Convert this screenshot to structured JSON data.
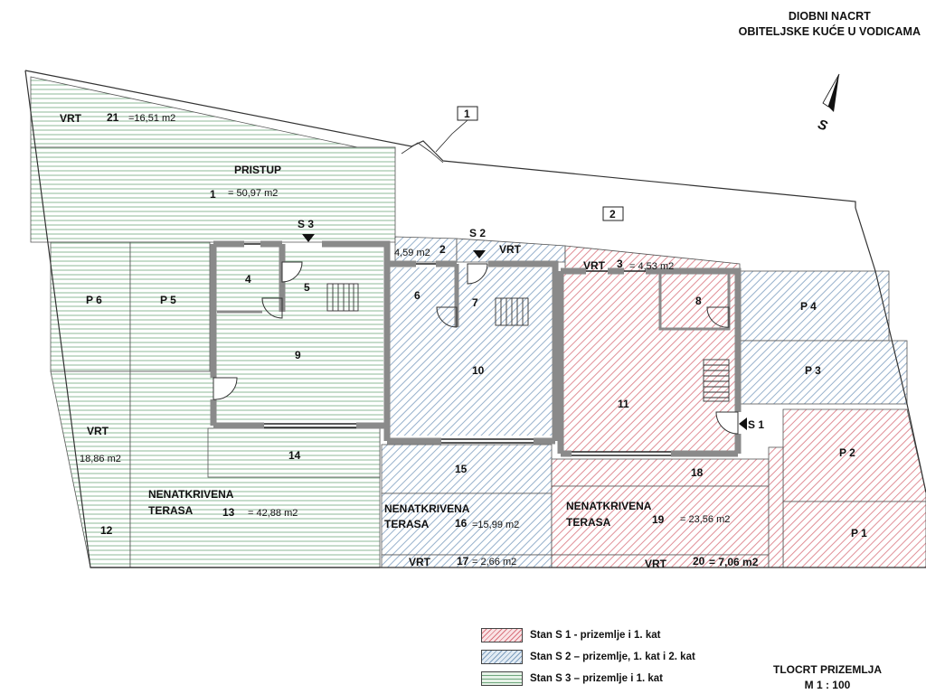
{
  "title": {
    "line1": "DIOBNI NACRT",
    "line2": "OBITELJSKE KUĆE U VODICAMA"
  },
  "north": "S",
  "drawing": {
    "line1": "TLOCRT PRIZEMLJA",
    "line2": "M 1 : 100"
  },
  "colors": {
    "s1": "#d9737d",
    "s2": "#7d9ebf",
    "s3": "#6fa77d",
    "s1_fill": "#f9e3e5",
    "s2_fill": "#e2ebf3",
    "s3_fill": "#e6f2e7",
    "wall": "#8a8a8a"
  },
  "legend": [
    {
      "key": "s1",
      "label": "Stan S 1 - prizemlje i 1. kat"
    },
    {
      "key": "s2",
      "label": "Stan S 2 – prizemlje, 1. kat i 2. kat"
    },
    {
      "key": "s3",
      "label": "Stan S 3 – prizemlje i 1. kat"
    }
  ],
  "entrances": {
    "s1": "S 1",
    "s2": "S 2",
    "s3": "S 3"
  },
  "plot_markers": [
    "1",
    "2"
  ],
  "labels": {
    "vrt": "VRT",
    "pristup": "PRISTUP",
    "nenatkrivena": "NENATKRIVENA",
    "terasa": "TERASA",
    "p1": "P 1",
    "p2": "P 2",
    "p3": "P 3",
    "p4": "P 4",
    "p5": "P 5",
    "p6": "P 6"
  },
  "rooms": {
    "r1": "1",
    "r2": "2",
    "r3": "3",
    "r4": "4",
    "r5": "5",
    "r6": "6",
    "r7": "7",
    "r8": "8",
    "r9": "9",
    "r10": "10",
    "r11": "11",
    "r12": "12",
    "r13": "13",
    "r14": "14",
    "r15": "15",
    "r16": "16",
    "r17": "17",
    "r18": "18",
    "r19": "19",
    "r20": "20",
    "r21": "21"
  },
  "areas": {
    "a1": "= 50,97 m2",
    "a2": "4,59 m2",
    "a3": "= 4,53 m2",
    "a12": "18,86 m2",
    "a13": "= 42,88 m2",
    "a16": "=15,99 m2",
    "a17": "= 2,66 m2",
    "a19": "= 23,56 m2",
    "a20": "= 7,06 m2",
    "a21": "=16,51 m2"
  }
}
